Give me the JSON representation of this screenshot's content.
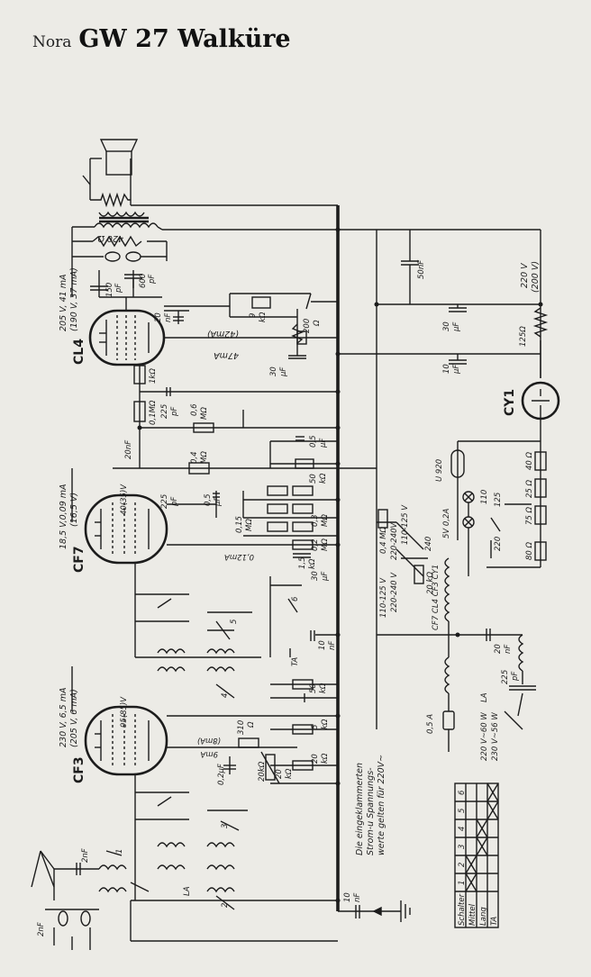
{
  "header": {
    "brand": "Nora",
    "model": "GW 27 Walküre"
  },
  "tubes": {
    "cl4": "CL4",
    "cf7": "CF7",
    "cf3": "CF3",
    "cy1": "CY1"
  },
  "cl4_section": {
    "supply": "205 V, 41 mA",
    "supply_alt": "(190 V, 37 mA)",
    "c150": "150",
    "c150u": "pF",
    "c600": "600",
    "c600u": "pF",
    "c20": "20",
    "c20u": "nF",
    "r420": "420 Ω",
    "r9k": "9",
    "r9ku": "kΩ",
    "r200": "200",
    "r200u": "Ω",
    "i47": "47mA",
    "i42": "(42mA)",
    "c30": "30",
    "c30u": "µF",
    "r1k": "1kΩ",
    "r01m": "0,1MΩ",
    "c225": "225",
    "c225u": "pF",
    "r06": "0,6",
    "r06u": "MΩ"
  },
  "power": {
    "c50n": "50nF",
    "c30": "30",
    "c30u": "µF",
    "c10": "10",
    "c10u": "µF",
    "r125": "125Ω",
    "v220": "220 V",
    "v200": "(200 V)",
    "u920": "U 920",
    "r40": "40 Ω",
    "r25": "25 Ω",
    "r75": "75 Ω",
    "r80": "80 Ω",
    "n110": "110",
    "n125": "125",
    "n220": "220",
    "lamp": "5V 0,2A",
    "sel_110_125": "110-125 V",
    "sel_220_240": "220-240V",
    "r04m": "0,4 MΩ",
    "sel_110_125b": "110-125 V",
    "r20k": "20 kΩ",
    "sel_220b": "220-240 V",
    "n240": "240",
    "chain": "CF7 CL4 CF3 CY1",
    "fuse": "0,5 A",
    "c20n": "20",
    "c20nu": "nF",
    "c225": "225",
    "c225u": "pF",
    "la": "LA",
    "watt1": "220 V~60 W",
    "watt2": "230 V~56 W"
  },
  "cf7_section": {
    "r04": "0,4",
    "r04u": "MΩ",
    "c20n": "20nF",
    "c05": "0,5",
    "c05u": "µF",
    "r50k": "50",
    "r50ku": "kΩ",
    "supply": "18,5 V,0,09 mA",
    "supply_alt": "(16,5 V)",
    "v40": "40(35)V",
    "c225": "225",
    "c225u": "pF",
    "c05b": "0,5",
    "c05bu": "µF",
    "r015": "0,15",
    "r015u": "MΩ",
    "r03": "0,3",
    "r03u": "MΩ",
    "r02": "0,2",
    "r02u": "MΩ",
    "r15k": "1,5",
    "r15ku": "kΩ",
    "i012": "0,12mA",
    "c30": "30",
    "c30u": "µF",
    "sw6": "6",
    "sw5": "5",
    "ta": "TA",
    "c10n": "10",
    "c10nu": "nF"
  },
  "cf3_section": {
    "sw4": "4",
    "r50k": "50",
    "r50ku": "kΩ",
    "supply": "230 V, 6,5 mA",
    "supply_alt": "(205 V, 6 mA)",
    "v95": "95(85)V",
    "r5k": "5",
    "r5ku": "kΩ",
    "i9": "9mA",
    "i8": "(8mA)",
    "r310": "310",
    "r310u": "Ω",
    "r20k": "20kΩ",
    "c02": "0,2µF",
    "r20kb": "20",
    "r20kbu": "kΩ",
    "r20kc": "20",
    "r20kcu": "kΩ",
    "sw3": "3",
    "sw1": "1",
    "sw2": "2",
    "c2nf": "2nF",
    "c2nf_b": "2nF",
    "la": "LA",
    "c10n": "10",
    "c10nu": "nF"
  },
  "note": {
    "line1": "Die eingeklammerten",
    "line2": "Strom-u Spannungs-",
    "line3": "werte gelten für 220V~"
  },
  "switch_table": {
    "header": [
      "Schalter",
      "1",
      "2",
      "3",
      "4",
      "5",
      "6"
    ],
    "rows": [
      {
        "name": "Mittel",
        "marks": [
          true,
          true,
          false,
          false,
          false,
          false
        ]
      },
      {
        "name": "Lang",
        "marks": [
          false,
          false,
          true,
          true,
          false,
          false
        ]
      },
      {
        "name": "TA",
        "marks": [
          false,
          false,
          false,
          false,
          true,
          true
        ]
      }
    ]
  }
}
